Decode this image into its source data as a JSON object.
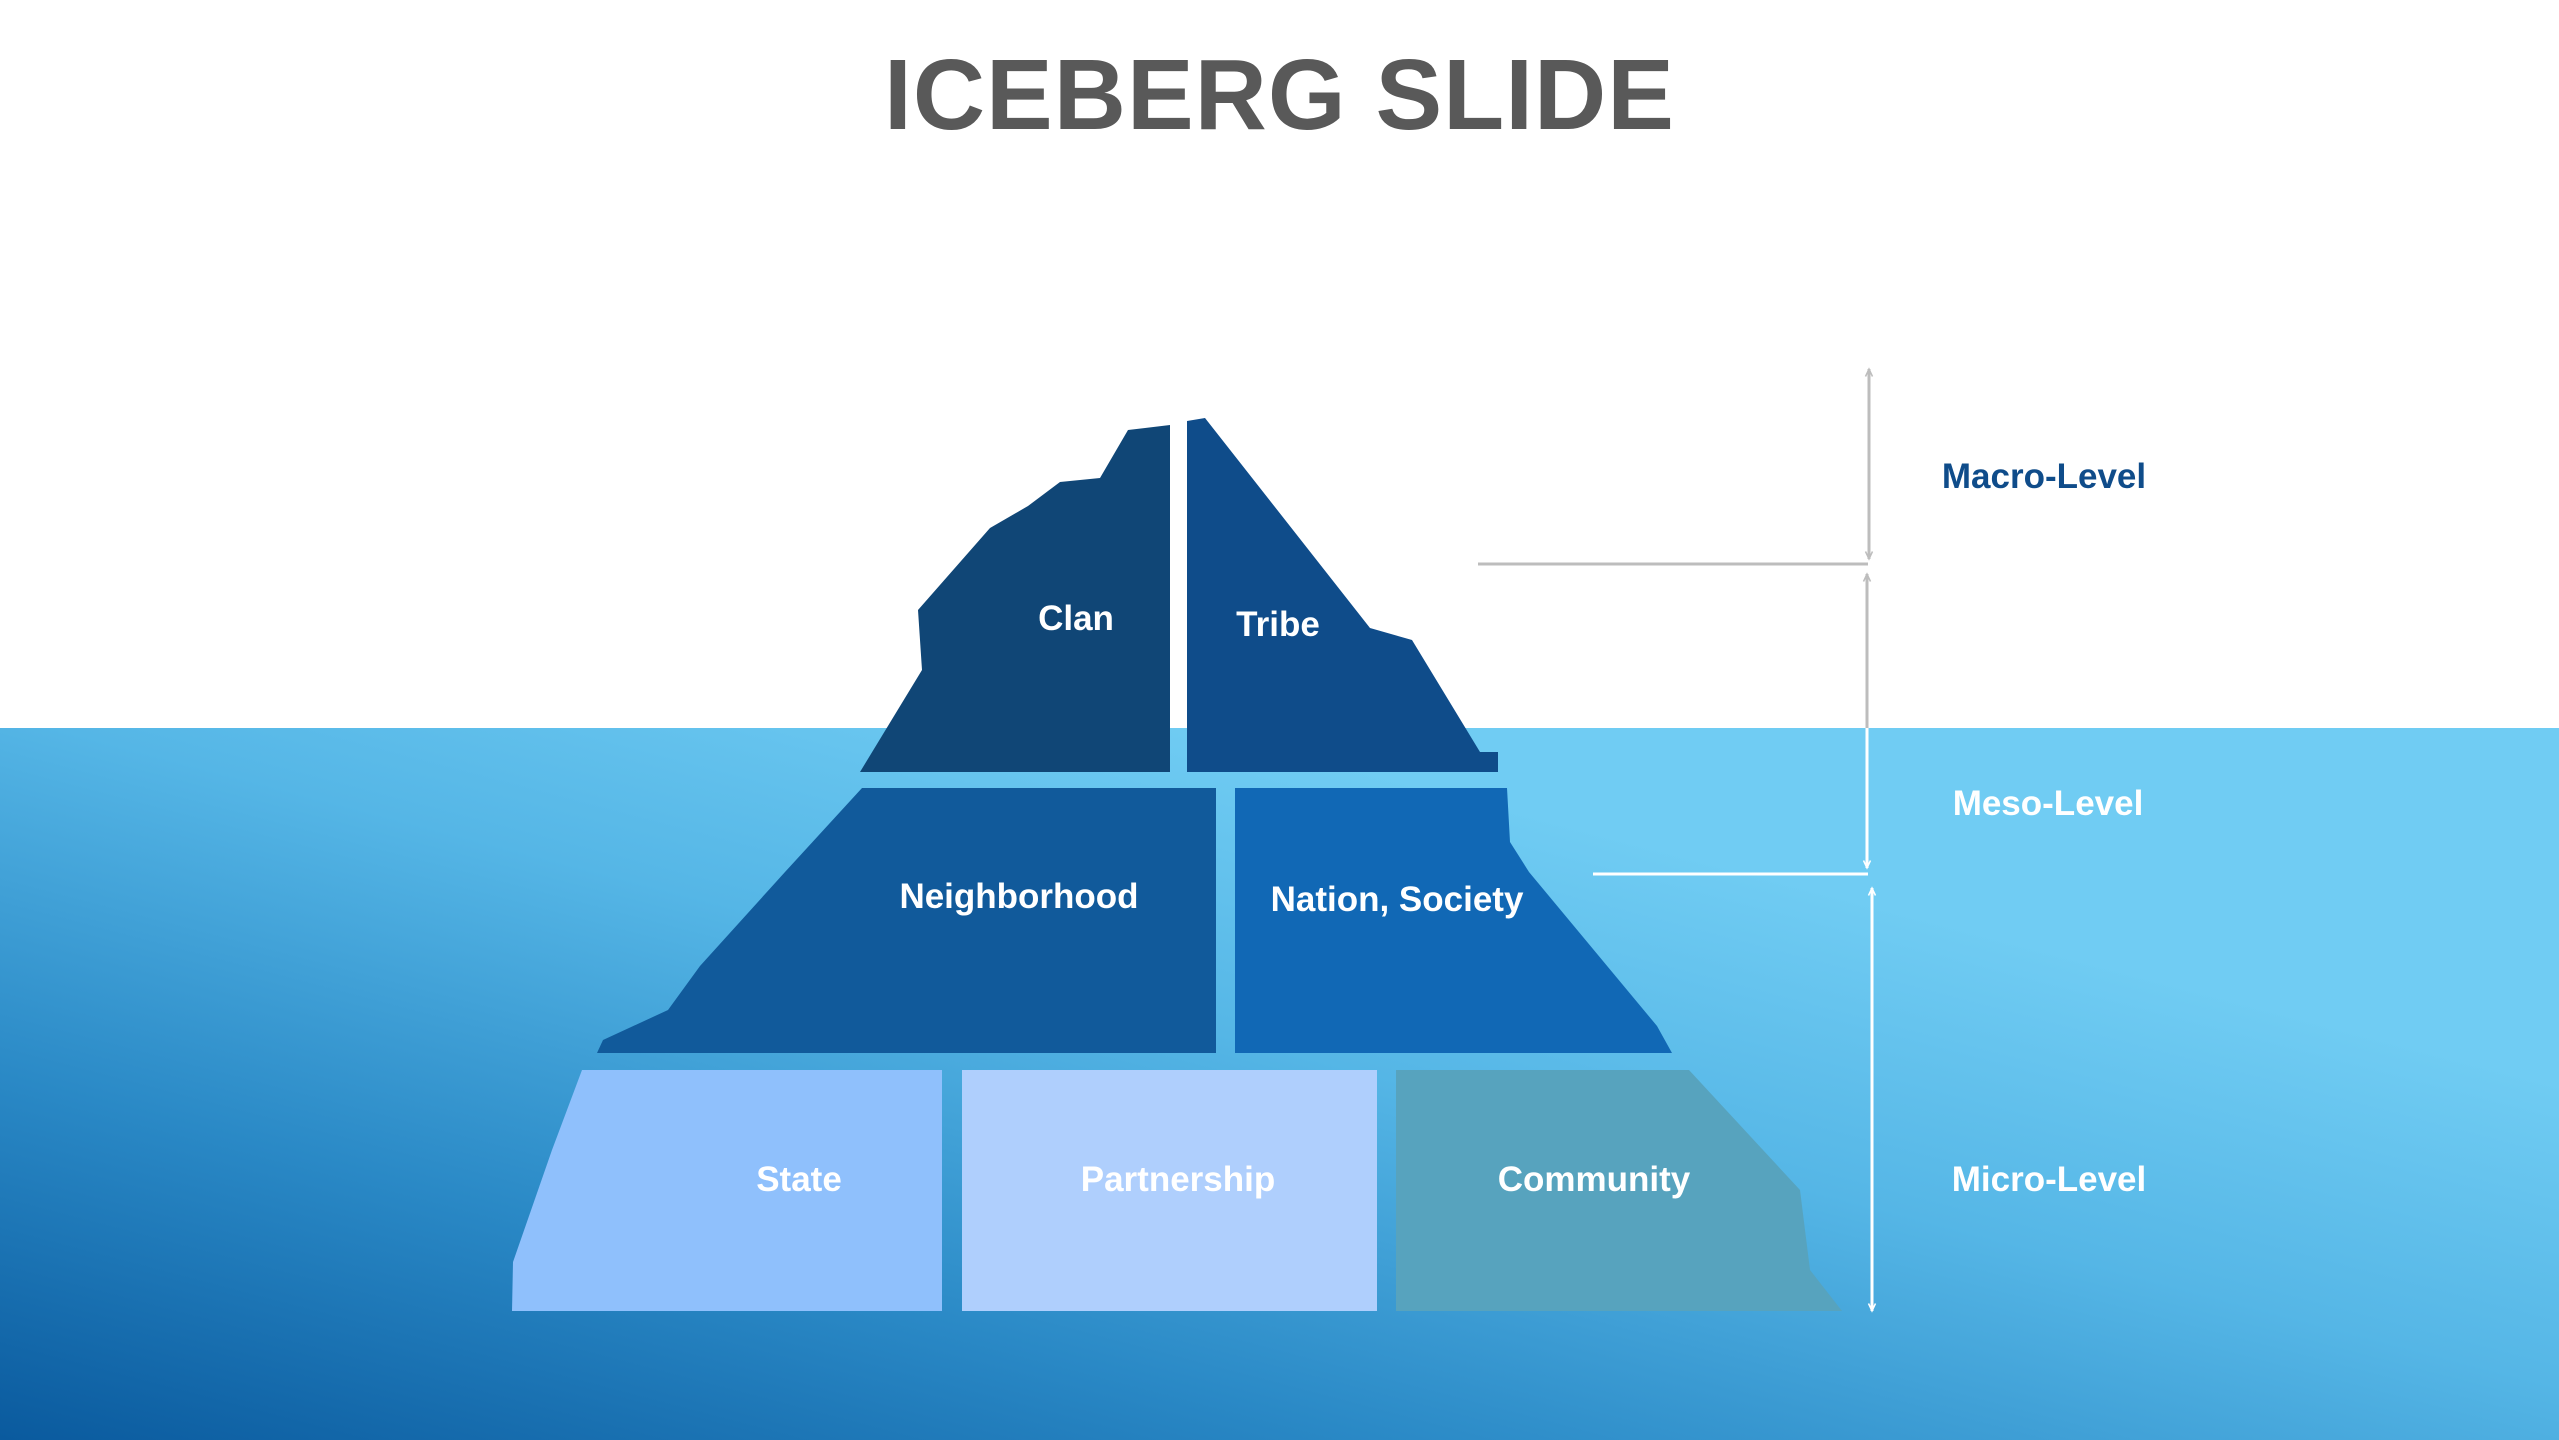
{
  "title": "ICEBERG SLIDE",
  "segments": {
    "clan": "Clan",
    "tribe": "Tribe",
    "neighborhood": "Neighborhood",
    "nation_society": "Nation, Society",
    "state": "State",
    "partnership": "Partnership",
    "community": "Community"
  },
  "levels": {
    "macro": "Macro-Level",
    "meso": "Meso-Level",
    "micro": "Micro-Level"
  },
  "colors": {
    "title": "#595959",
    "water_light": "#70CCF3",
    "water_deep": "#0A5A9E",
    "clan": "#104676",
    "tribe": "#0F4C8A",
    "neighborhood": "#115A9B",
    "nation_society": "#1168B5",
    "state": "#8FC0FC",
    "partnership": "#AFCFFD",
    "community": "#57A3BE",
    "macro_label": "#0F4C8A",
    "arrow_above": "#BDBDBD",
    "arrow_below": "#FFFFFF"
  }
}
